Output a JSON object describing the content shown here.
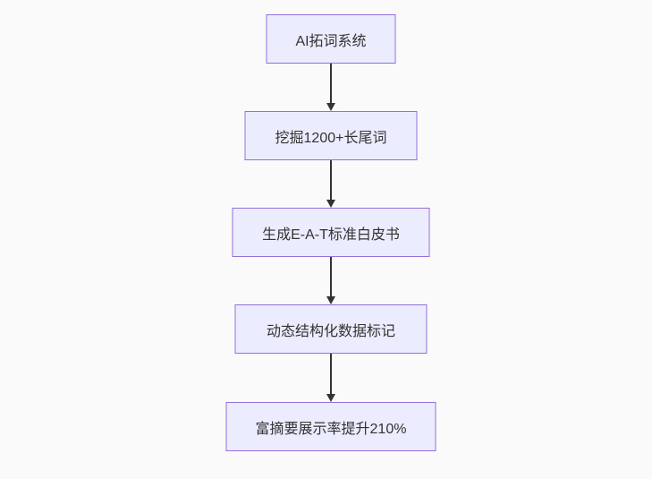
{
  "diagram": {
    "type": "flowchart",
    "direction": "top-down",
    "colors": {
      "background": "#fafafa",
      "node_fill": "#ECECFF",
      "node_border": "#9370DB",
      "edge": "#333333",
      "text": "#333333"
    },
    "nodes": [
      {
        "id": "node-1",
        "label": "AI拓词系统"
      },
      {
        "id": "node-2",
        "label": "挖掘1200+长尾词"
      },
      {
        "id": "node-3",
        "label": "生成E-A-T标准白皮书"
      },
      {
        "id": "node-4",
        "label": "动态结构化数据标记"
      },
      {
        "id": "node-5",
        "label": "富摘要展示率提升210%"
      }
    ],
    "edges": [
      {
        "from": "AI拓词系统",
        "to": "挖掘1200+长尾词"
      },
      {
        "from": "挖掘1200+长尾词",
        "to": "生成E-A-T标准白皮书"
      },
      {
        "from": "生成E-A-T标准白皮书",
        "to": "动态结构化数据标记"
      },
      {
        "from": "动态结构化数据标记",
        "to": "富摘要展示率提升210%"
      }
    ]
  }
}
